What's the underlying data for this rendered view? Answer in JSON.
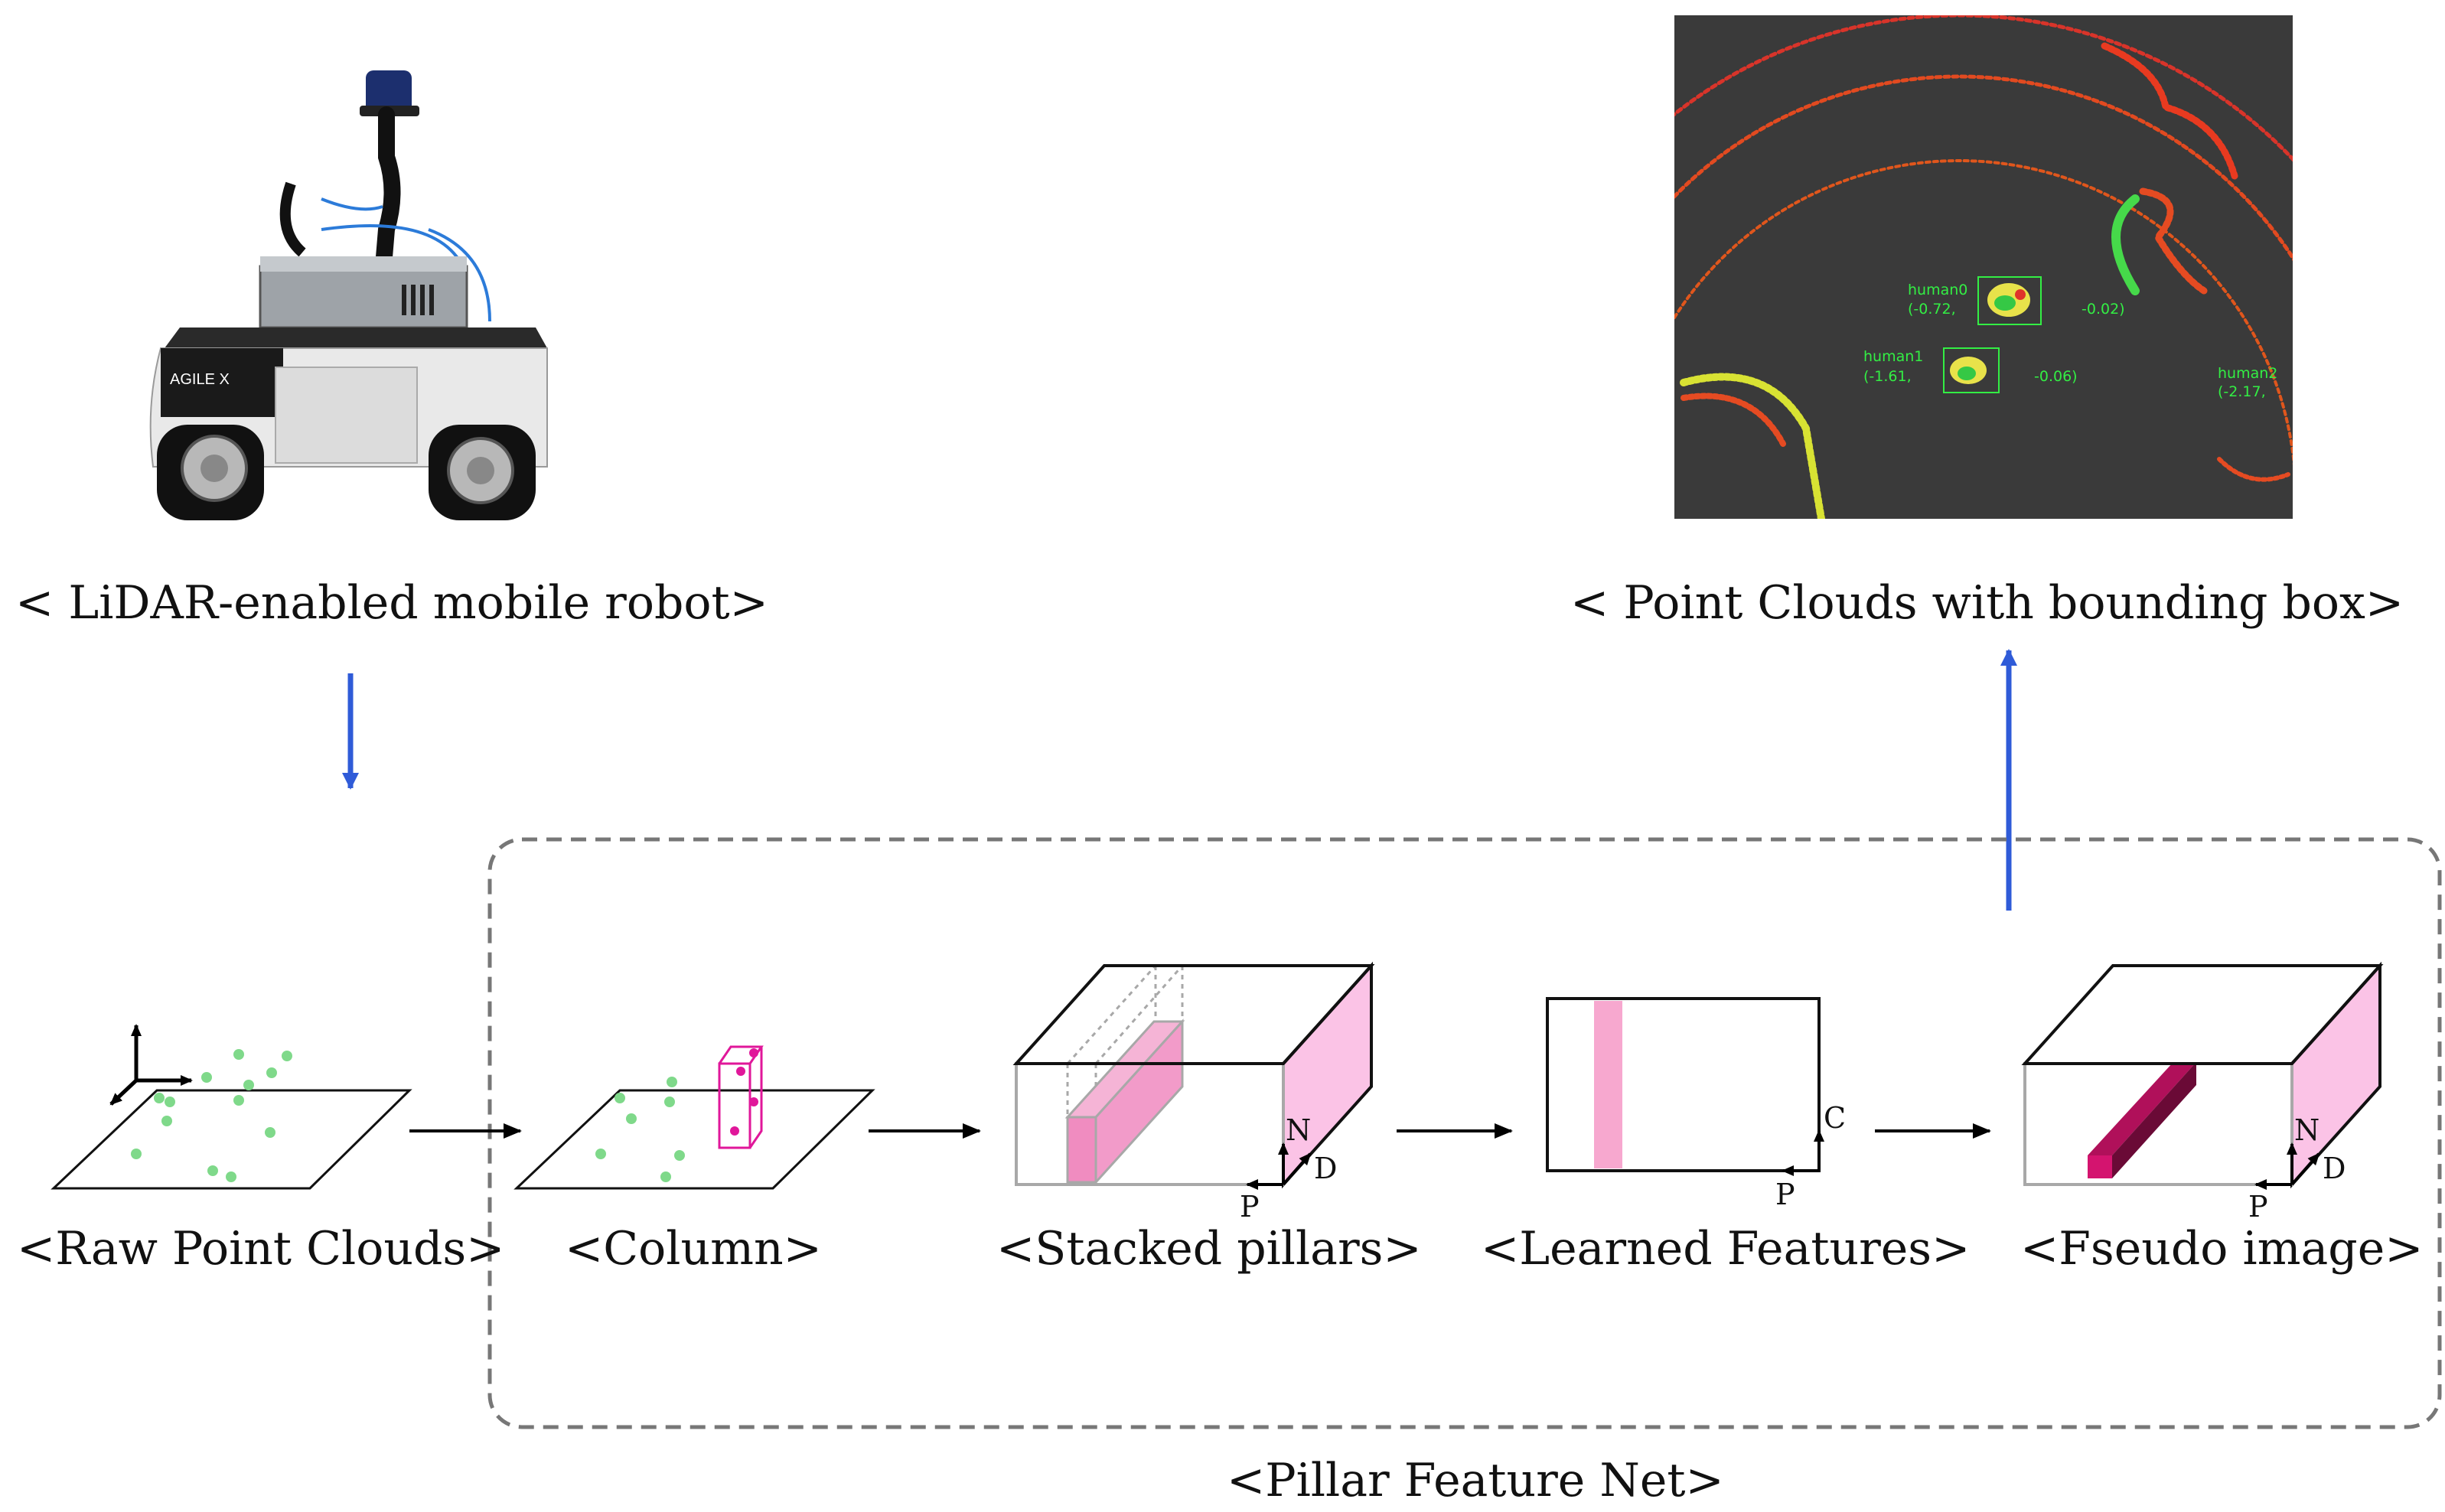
{
  "colors": {
    "flow_arrow": "#2f5bd8",
    "pillar_pink": "#f29bc9",
    "face_pink": "#fbc3e6",
    "pseudo_bar": "#d4146f",
    "points_green": "#7fd98a",
    "column_magenta": "#e0179a",
    "pointcloud_bg": "#3a3a3a",
    "container_border": "#777777"
  },
  "captions": {
    "robot": "< LiDAR-enabled mobile robot>",
    "pointcloud": "< Point Clouds with bounding box>",
    "raw": "<Raw Point Clouds>",
    "column": "<Column>",
    "stacked": "<Stacked pillars>",
    "learned": "<Learned Features>",
    "pseudo": "<Fseudo image>",
    "pfn": "<Pillar Feature Net>"
  },
  "axis_labels": {
    "N": "N",
    "D": "D",
    "P": "P",
    "C": "C"
  },
  "robot_photo": {
    "brand": "AGILE X"
  },
  "pointcloud_labels": [
    {
      "name": "human0",
      "coord": "(-0.72,",
      "coord2": "-0.02)"
    },
    {
      "name": "human1",
      "coord": "(-1.61,",
      "coord2": "-0.06)"
    },
    {
      "name": "human2",
      "coord": "(-2.17,"
    }
  ]
}
